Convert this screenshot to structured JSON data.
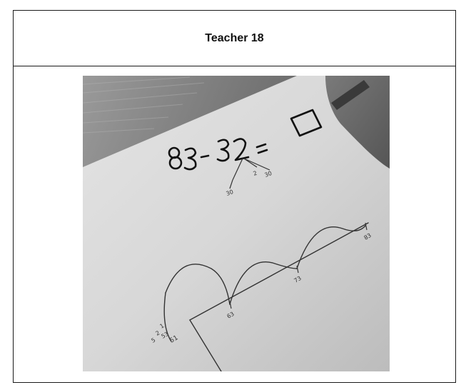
{
  "header": {
    "title": "Teacher 18"
  },
  "photo": {
    "equation": "83- 32 =",
    "decomposition": [
      "30",
      "2",
      "30"
    ],
    "number_line_labels": [
      "51",
      "53",
      "63",
      "73",
      "83"
    ],
    "left_marks": [
      "5",
      "2",
      "1"
    ]
  }
}
